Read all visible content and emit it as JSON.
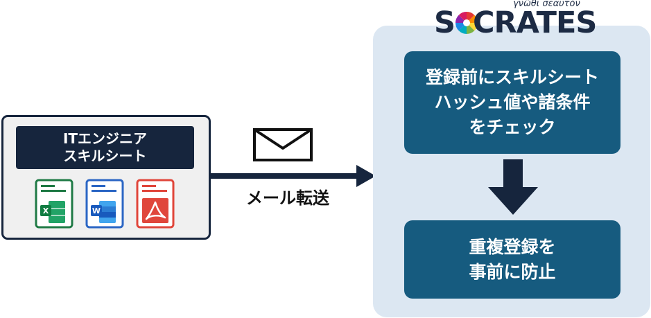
{
  "source": {
    "title_line1": "ITエンジニア",
    "title_line2": "スキルシート",
    "file_icons": [
      "excel-icon",
      "word-icon",
      "pdf-icon"
    ]
  },
  "flow": {
    "label": "メール転送",
    "icon": "envelope-icon"
  },
  "brand": {
    "tagline": "γνῶθι σεαυτόν",
    "logo_first": "S",
    "logo_rest": "CRATES"
  },
  "steps": {
    "check_line1": "登録前にスキルシート",
    "check_line2": "ハッシュ値や諸条件",
    "check_line3": "をチェック",
    "prevent_line1": "重複登録を",
    "prevent_line2": "事前に防止"
  },
  "colors": {
    "navy": "#16253d",
    "step_blue": "#165b7f",
    "panel_bg": "#dce7f2",
    "excel": "#1f7a45",
    "word": "#2b66c4",
    "pdf": "#e0463b"
  }
}
